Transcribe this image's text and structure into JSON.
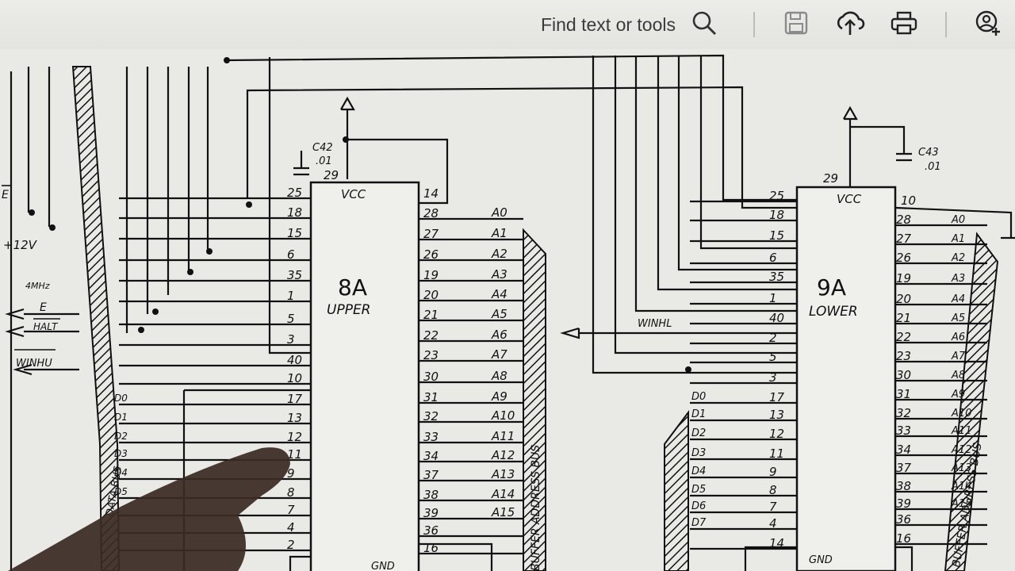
{
  "toolbar": {
    "search_label": "Find text or tools",
    "icons": [
      "search-icon",
      "save-icon",
      "upload-icon",
      "print-icon",
      "share-user-icon"
    ]
  },
  "schematic": {
    "chip_upper": {
      "id": "8A",
      "sub": "UPPER",
      "vcc": "VCC",
      "gnd": "GND",
      "top_pin": "29",
      "right_top_pin": "14",
      "left_pins": [
        "25",
        "18",
        "15",
        "6",
        "35",
        "1",
        "5",
        "3",
        "40",
        "10",
        "17",
        "13",
        "12",
        "11",
        "9",
        "8",
        "7",
        "4",
        "2"
      ],
      "right_pins": [
        "28",
        "27",
        "26",
        "19",
        "20",
        "21",
        "22",
        "23",
        "30",
        "31",
        "32",
        "33",
        "34",
        "37",
        "38",
        "39",
        "36",
        "16"
      ],
      "address": [
        "A0",
        "A1",
        "A2",
        "A3",
        "A4",
        "A5",
        "A6",
        "A7",
        "A8",
        "A9",
        "A10",
        "A11",
        "A12",
        "A13",
        "A14",
        "A15"
      ]
    },
    "chip_lower": {
      "id": "9A",
      "sub": "LOWER",
      "vcc": "VCC",
      "gnd": "GND",
      "top_pin": "29",
      "right_top_pin": "10",
      "left_pins": [
        "25",
        "18",
        "15",
        "6",
        "35",
        "1",
        "40",
        "2",
        "5",
        "3",
        "17",
        "13",
        "12",
        "11",
        "9",
        "8",
        "7",
        "4",
        "14"
      ],
      "right_pins": [
        "28",
        "27",
        "26",
        "19",
        "20",
        "21",
        "22",
        "23",
        "30",
        "31",
        "32",
        "33",
        "34",
        "37",
        "38",
        "39",
        "36",
        "16"
      ],
      "address": [
        "A0",
        "A1",
        "A2",
        "A3",
        "A4",
        "A5",
        "A6",
        "A7",
        "A8",
        "A9",
        "A10",
        "A11",
        "A12",
        "A13",
        "A14",
        "A15"
      ],
      "data": [
        "D0",
        "D1",
        "D2",
        "D3",
        "D4",
        "D5",
        "D6",
        "D7"
      ]
    },
    "caps": {
      "c42": "C42",
      "c42_val": ".01",
      "c43": "C43",
      "c43_val": ".01"
    },
    "left_signals": {
      "e_bar": "E",
      "v12": "+12V",
      "mhz": "4MHz",
      "e": "E",
      "halt": "HALT",
      "winhu": "WINHU"
    },
    "data_upper": [
      "D0",
      "D1",
      "D2",
      "D3",
      "D4",
      "D5"
    ],
    "buses": {
      "data": "DATA BUS",
      "buffer_addr": "BUFFER ADDRESS BUS",
      "buffer_addr2": "BUFFER ADDRESS BUS"
    },
    "winhl": "WINHL"
  }
}
